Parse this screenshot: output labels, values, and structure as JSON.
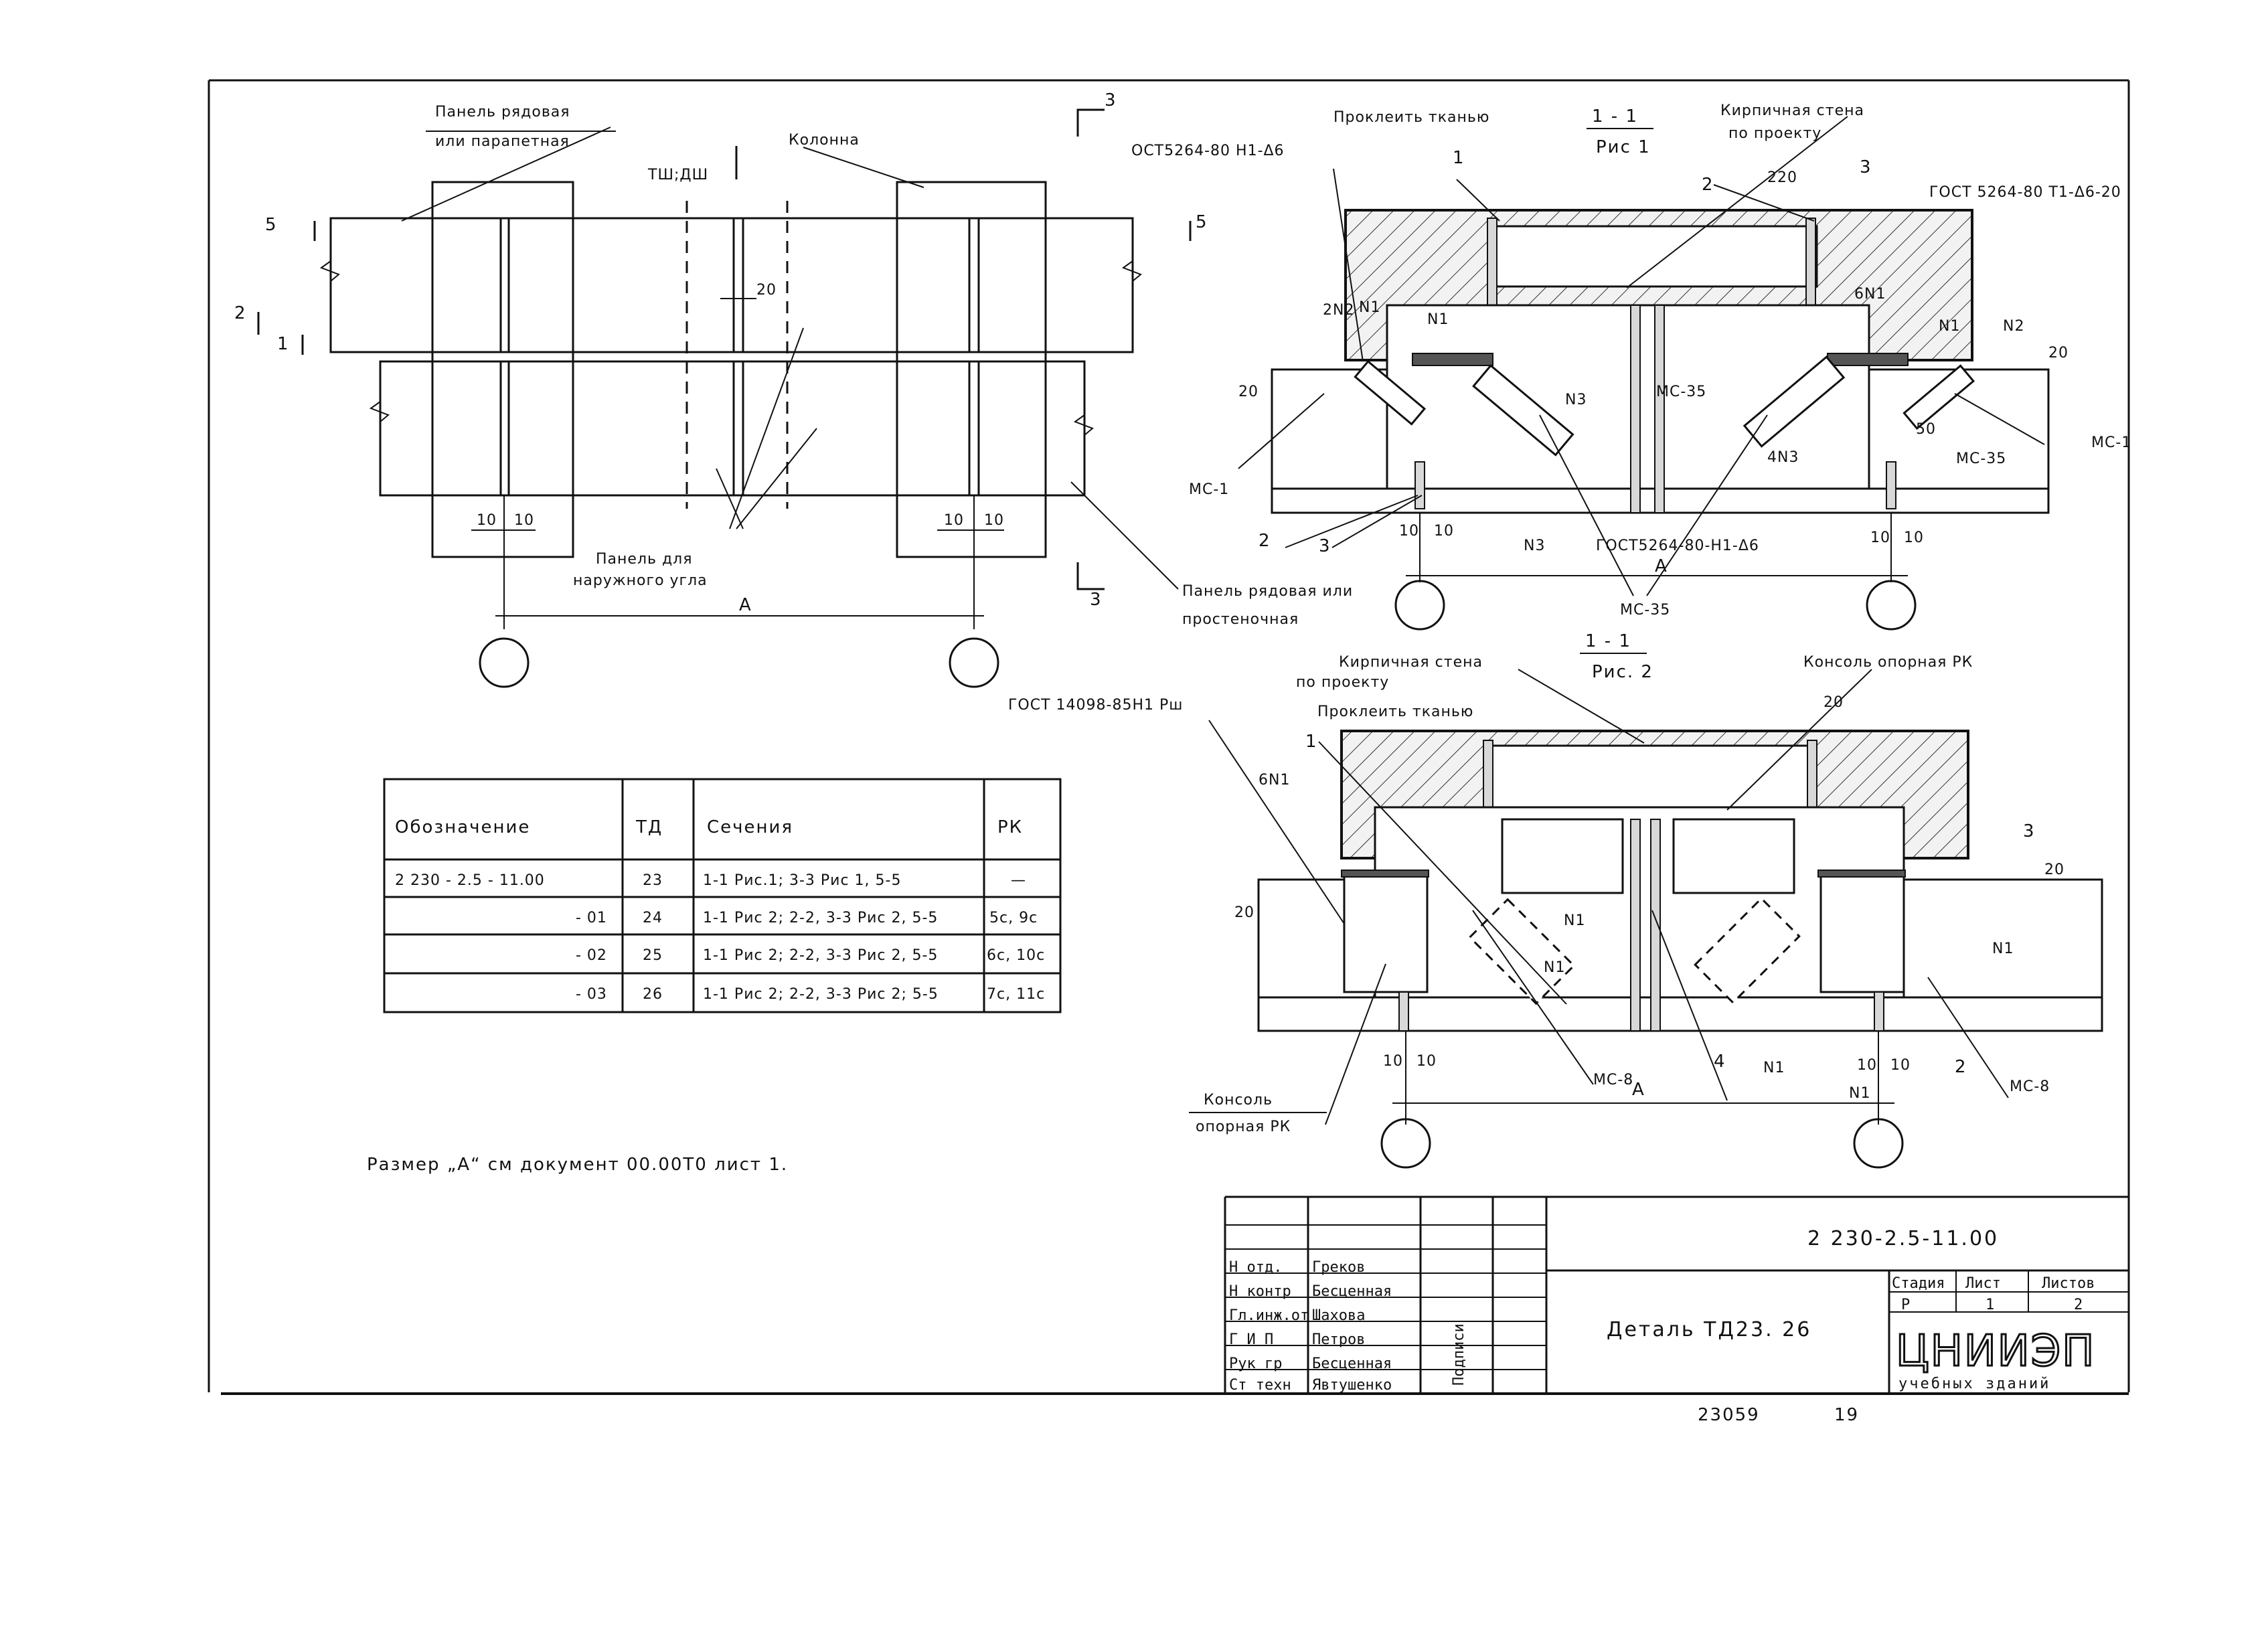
{
  "plan": {
    "panel_row_label": "Панель рядовая",
    "panel_parapet_label": "или парапетная",
    "tsh_label": "ТШ;ДШ",
    "column_label": "Колонна",
    "outer_corner_1": "Панель для",
    "outer_corner_2": "наружного угла",
    "panel_wall_1": "Панель рядовая или",
    "panel_wall_2": "простеночная",
    "dim_20": "20",
    "dim_10": "10",
    "dim_A": "A",
    "sec_3": "3",
    "sec_5": "5",
    "sec_2": "2",
    "sec_1": "1"
  },
  "section1": {
    "title": "1 - 1",
    "sub": "Рис 1",
    "glue": "Проклеить тканью",
    "brick_wall": "Кирпичная стена",
    "per_project": "по проекту",
    "gost_left": "ОСТ5264-80 Н1-Δ6",
    "gost_right": "ГОСТ 5264-80 Т1-Δ6-20",
    "gost_bottom": "ГОСТ5264-80-Н1-Δ6",
    "mc1": "МС-1",
    "mc35": "МС-35",
    "n1": "N1",
    "n2": "N2",
    "n3": "N3",
    "num1": "1",
    "num2": "2",
    "num3": "3",
    "d220": "220",
    "d20": "20",
    "d50": "50",
    "d10": "10",
    "A": "A",
    "w2n2": "2N2",
    "w4n3": "4N3",
    "w6n1": "6N1"
  },
  "section2": {
    "title": "1 - 1",
    "sub": "Рис. 2",
    "brick_wall": "Кирпичная стена",
    "per_project": "по проекту",
    "glue": "Проклеить тканью",
    "console": "Консоль опорная РК",
    "gost": "ГОСТ 14098-85Н1 Рш",
    "w6n1": "6N1",
    "num1": "1",
    "num2": "2",
    "num3": "3",
    "num4": "4",
    "n1": "N1",
    "mc8": "МС-8",
    "d20": "20",
    "d10": "10",
    "A": "A",
    "console_l1": "Консоль",
    "console_l2": "опорная РК"
  },
  "spec_table": {
    "headers": [
      "Обозначение",
      "ТД",
      "Сечения",
      "РК"
    ],
    "rows": [
      [
        "2 230 - 2.5 - 11.00",
        "23",
        "1-1 Рис.1; 3-3 Рис 1, 5-5",
        "—"
      ],
      [
        "- 01",
        "24",
        "1-1 Рис 2; 2-2, 3-3 Рис 2, 5-5",
        "5с, 9с"
      ],
      [
        "- 02",
        "25",
        "1-1 Рис 2; 2-2, 3-3 Рис 2, 5-5",
        "6с, 10с"
      ],
      [
        "- 03",
        "26",
        "1-1 Рис 2; 2-2, 3-3 Рис 2; 5-5",
        "7с, 11с"
      ]
    ]
  },
  "note": "Размер „А“ см документ 00.00Т0 лист 1.",
  "title_block": {
    "doc_code": "2 230-2.5-11.00",
    "title": "Деталь ТД23. 26",
    "roles": [
      "Н отд.",
      "Н контр",
      "Гл.инж.от",
      "Г И П",
      "Рук гр",
      "Ст техн"
    ],
    "names": [
      "Греков",
      "Бесценная",
      "Шахова",
      "Петров",
      "Бесценная",
      "Явтушенко"
    ],
    "sign_header": "Подписи",
    "stage_header": "Стадия",
    "sheet_header": "Лист",
    "sheets_header": "Листов",
    "stage": "Р",
    "sheet": "1",
    "sheets": "2",
    "org": "ЦНИИЭП",
    "org_sub": "учебных зданий"
  },
  "footer": {
    "number": "23059",
    "page": "19"
  }
}
